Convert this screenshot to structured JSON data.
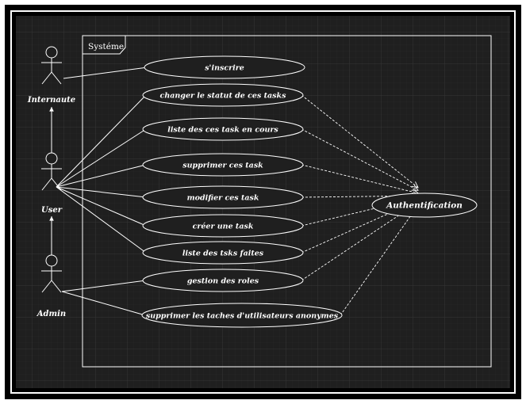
{
  "system": {
    "label": "Systéme"
  },
  "actors": [
    {
      "id": "internaute",
      "label": "Internaute"
    },
    {
      "id": "user",
      "label": "User"
    },
    {
      "id": "admin",
      "label": "Admin"
    }
  ],
  "use_cases": [
    {
      "id": "inscrire",
      "label": "s'inscrire"
    },
    {
      "id": "changer",
      "label": "changer le statut de ces  tasks"
    },
    {
      "id": "liste_cours",
      "label": "liste des ces task en cours"
    },
    {
      "id": "supprimer",
      "label": "supprimer  ces  task"
    },
    {
      "id": "modifier",
      "label": "modifier ces   task"
    },
    {
      "id": "creer",
      "label": "créer  une task"
    },
    {
      "id": "liste_faites",
      "label": "liste des tsks faites"
    },
    {
      "id": "roles",
      "label": "gestion des roles"
    },
    {
      "id": "anonymes",
      "label": "supprimer les taches d'utilisateurs anonymes"
    },
    {
      "id": "auth",
      "label": "Authentification"
    }
  ],
  "associations": [
    [
      "internaute",
      "inscrire"
    ],
    [
      "user",
      "changer"
    ],
    [
      "user",
      "liste_cours"
    ],
    [
      "user",
      "supprimer"
    ],
    [
      "user",
      "modifier"
    ],
    [
      "user",
      "creer"
    ],
    [
      "user",
      "liste_faites"
    ],
    [
      "admin",
      "roles"
    ],
    [
      "admin",
      "anonymes"
    ]
  ],
  "generalizations": [
    [
      "user",
      "internaute"
    ],
    [
      "admin",
      "user"
    ]
  ],
  "includes": [
    [
      "changer",
      "auth"
    ],
    [
      "liste_cours",
      "auth"
    ],
    [
      "supprimer",
      "auth"
    ],
    [
      "modifier",
      "auth"
    ],
    [
      "creer",
      "auth"
    ],
    [
      "liste_faites",
      "auth"
    ],
    [
      "roles",
      "auth"
    ],
    [
      "anonymes",
      "auth"
    ]
  ],
  "colors": {
    "background": "#1e1e1e",
    "grid": "#2e2e2e",
    "line": "#ffffff",
    "frame": "#000000"
  }
}
